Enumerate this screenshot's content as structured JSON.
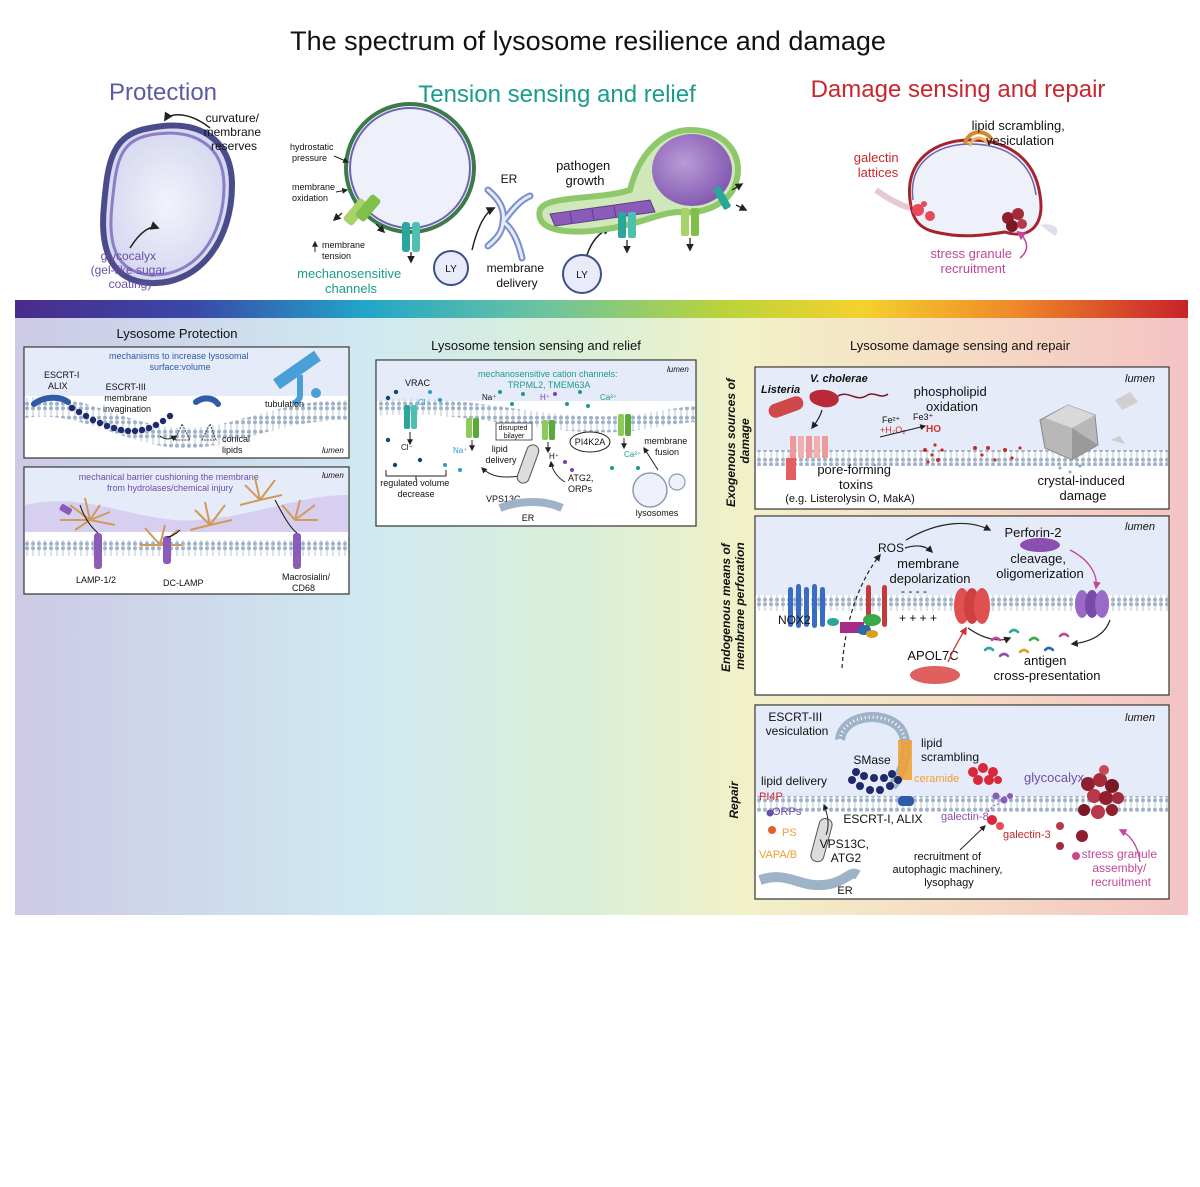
{
  "title": "The spectrum of lysosome resilience and damage",
  "top": {
    "protection": {
      "heading": "Protection",
      "curvature": [
        "curvature/",
        "membrane",
        "reserves"
      ],
      "glycocalyx": [
        "glycocalyx",
        "(gel-like sugar",
        "coating)"
      ]
    },
    "tension": {
      "heading": "Tension sensing and relief",
      "hydrostatic": [
        "hydrostatic",
        "pressure"
      ],
      "oxidation": [
        "membrane",
        "oxidation"
      ],
      "membrane_tension": [
        "membrane",
        "tension"
      ],
      "channels": [
        "mechanosensitive",
        "channels"
      ],
      "ly": "LY",
      "er": "ER",
      "delivery": [
        "membrane",
        "delivery"
      ],
      "pathogen": [
        "pathogen",
        "growth"
      ]
    },
    "damage": {
      "heading": "Damage sensing and repair",
      "scrambling": [
        "lipid scrambling,",
        "vesiculation"
      ],
      "galectin": [
        "galectin",
        "lattices"
      ],
      "stress": [
        "stress granule",
        "recruitment"
      ]
    }
  },
  "panels": {
    "protection": {
      "title": "Lysosome Protection",
      "box1": {
        "mechanisms": [
          "mechanisms to increase lysosomal",
          "surface:volume"
        ],
        "escrt1": [
          "ESCRT-I",
          "ALIX"
        ],
        "escrt3": [
          "ESCRT-III",
          "membrane",
          "invagination"
        ],
        "tubulation": "tubulation",
        "conical": [
          "conical",
          "lipids"
        ],
        "lumen": "lumen"
      },
      "box2": {
        "barrier": [
          "mechanical barrier cushioning the membrane",
          "from hydrolases/chemical injury"
        ],
        "lamp": "LAMP-1/2",
        "dclamp": "DC-LAMP",
        "macrosialin": [
          "Macrosialin/",
          "CD68"
        ],
        "lumen": "lumen"
      }
    },
    "tension": {
      "title": "Lysosome tension sensing and relief",
      "lumen": "lumen",
      "cation": [
        "mechanosensitive cation channels:",
        "TRPML2, TMEM63A"
      ],
      "vrac": "VRAC",
      "cl": "Cl⁻",
      "cl2": "Cl⁻",
      "na": "Na⁺",
      "na2": "Na⁺",
      "h": "H⁺",
      "h2": "H⁺",
      "ca": "Ca²⁺",
      "ca2": "Ca²⁺",
      "disrupted": [
        "disrupted",
        "bilayer"
      ],
      "pi4k": "PI4K2A",
      "lipid_delivery": [
        "lipid",
        "delivery"
      ],
      "fusion": [
        "membrane",
        "fusion"
      ],
      "regulated": [
        "regulated volume",
        "decrease"
      ],
      "vps": "VPS13C",
      "atg": [
        "ATG2,",
        "ORPs"
      ],
      "er": "ER",
      "lysosomes": "lysosomes"
    },
    "damage": {
      "title": "Lysosome damage sensing and repair",
      "exo": {
        "side": [
          "Exogenous sources of",
          "damage"
        ],
        "listeria": "Listeria",
        "vcholerae": "V. cholerae",
        "phospholipid": [
          "phospholipid",
          "oxidation"
        ],
        "fe2": "Fe²⁺",
        "fe3": "Fe3⁺",
        "h2o2": "+H₂O₂",
        "ho": "HO",
        "toxins": [
          "pore-forming",
          "toxins"
        ],
        "examples": "(e.g. Listerolysin O, MakA)",
        "crystal": [
          "crystal-induced",
          "damage"
        ],
        "lumen": "lumen"
      },
      "endo": {
        "side": [
          "Endogenous means of",
          "membrane perforation"
        ],
        "ros": "ROS",
        "depolarization": [
          "membrane",
          "depolarization"
        ],
        "perforin": "Perforin-2",
        "cleavage": [
          "cleavage,",
          "oligomerization"
        ],
        "nox2": "NOX2",
        "apol": "APOL7C",
        "antigen": [
          "antigen",
          "cross-presentation"
        ],
        "minus": "- - - -",
        "plus": "+ + + +",
        "lumen": "lumen"
      },
      "repair": {
        "side": "Repair",
        "escrt3": [
          "ESCRT-III",
          "vesiculation"
        ],
        "smase": "SMase",
        "scrambling": [
          "lipid",
          "scrambling"
        ],
        "ceramide": "ceramide",
        "glycocalyx": "glycocalyx",
        "lipid_delivery": "lipid delivery",
        "pi4p": "PI4P",
        "orps": "ORPs",
        "ps": "PS",
        "vapa": "VAPA/B",
        "escrt1": "ESCRT-I, ALIX",
        "galectin8": "galectin-8",
        "galectin3": "galectin-3",
        "vps": [
          "VPS13C,",
          "ATG2"
        ],
        "recruitment": [
          "recruitment of",
          "autophagic machinery,",
          "lysophagy"
        ],
        "stress": [
          "stress granule",
          "assembly/",
          "recruitment"
        ],
        "er": "ER",
        "lumen": "lumen"
      }
    }
  },
  "colors": {
    "protection": "#5b5aa6",
    "tension": "#1a9c8c",
    "damage": "#c8272d",
    "bg_start": "#cfcde6",
    "bg_mid": "#d5eef0",
    "bg_end": "#f2c5c5"
  }
}
